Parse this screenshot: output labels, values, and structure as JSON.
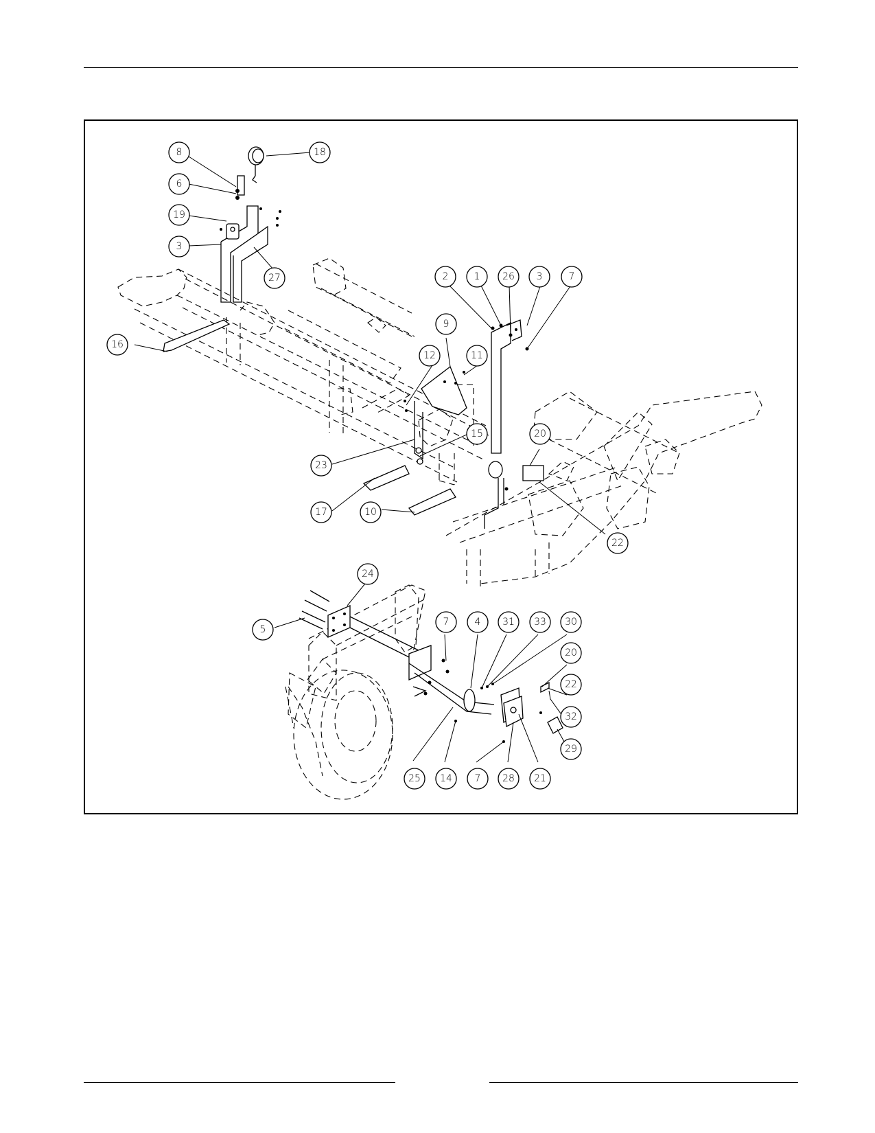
{
  "callouts": {
    "c8": "8",
    "c6": "6",
    "c19": "19",
    "c3a": "3",
    "c18": "18",
    "c27": "27",
    "c16": "16",
    "c2": "2",
    "c1": "1",
    "c26": "26",
    "c3b": "3",
    "c7a": "7",
    "c9": "9",
    "c12": "12",
    "c11": "11",
    "c15": "15",
    "c23": "23",
    "c17": "17",
    "c10": "10",
    "c20a": "20",
    "c22a": "22",
    "c24": "24",
    "c5": "5",
    "c7b": "7",
    "c4": "4",
    "c31": "31",
    "c33": "33",
    "c30": "30",
    "c20b": "20",
    "c22b": "22",
    "c32": "32",
    "c29": "29",
    "c25": "25",
    "c14": "14",
    "c7c": "7",
    "c28": "28",
    "c21": "21"
  }
}
